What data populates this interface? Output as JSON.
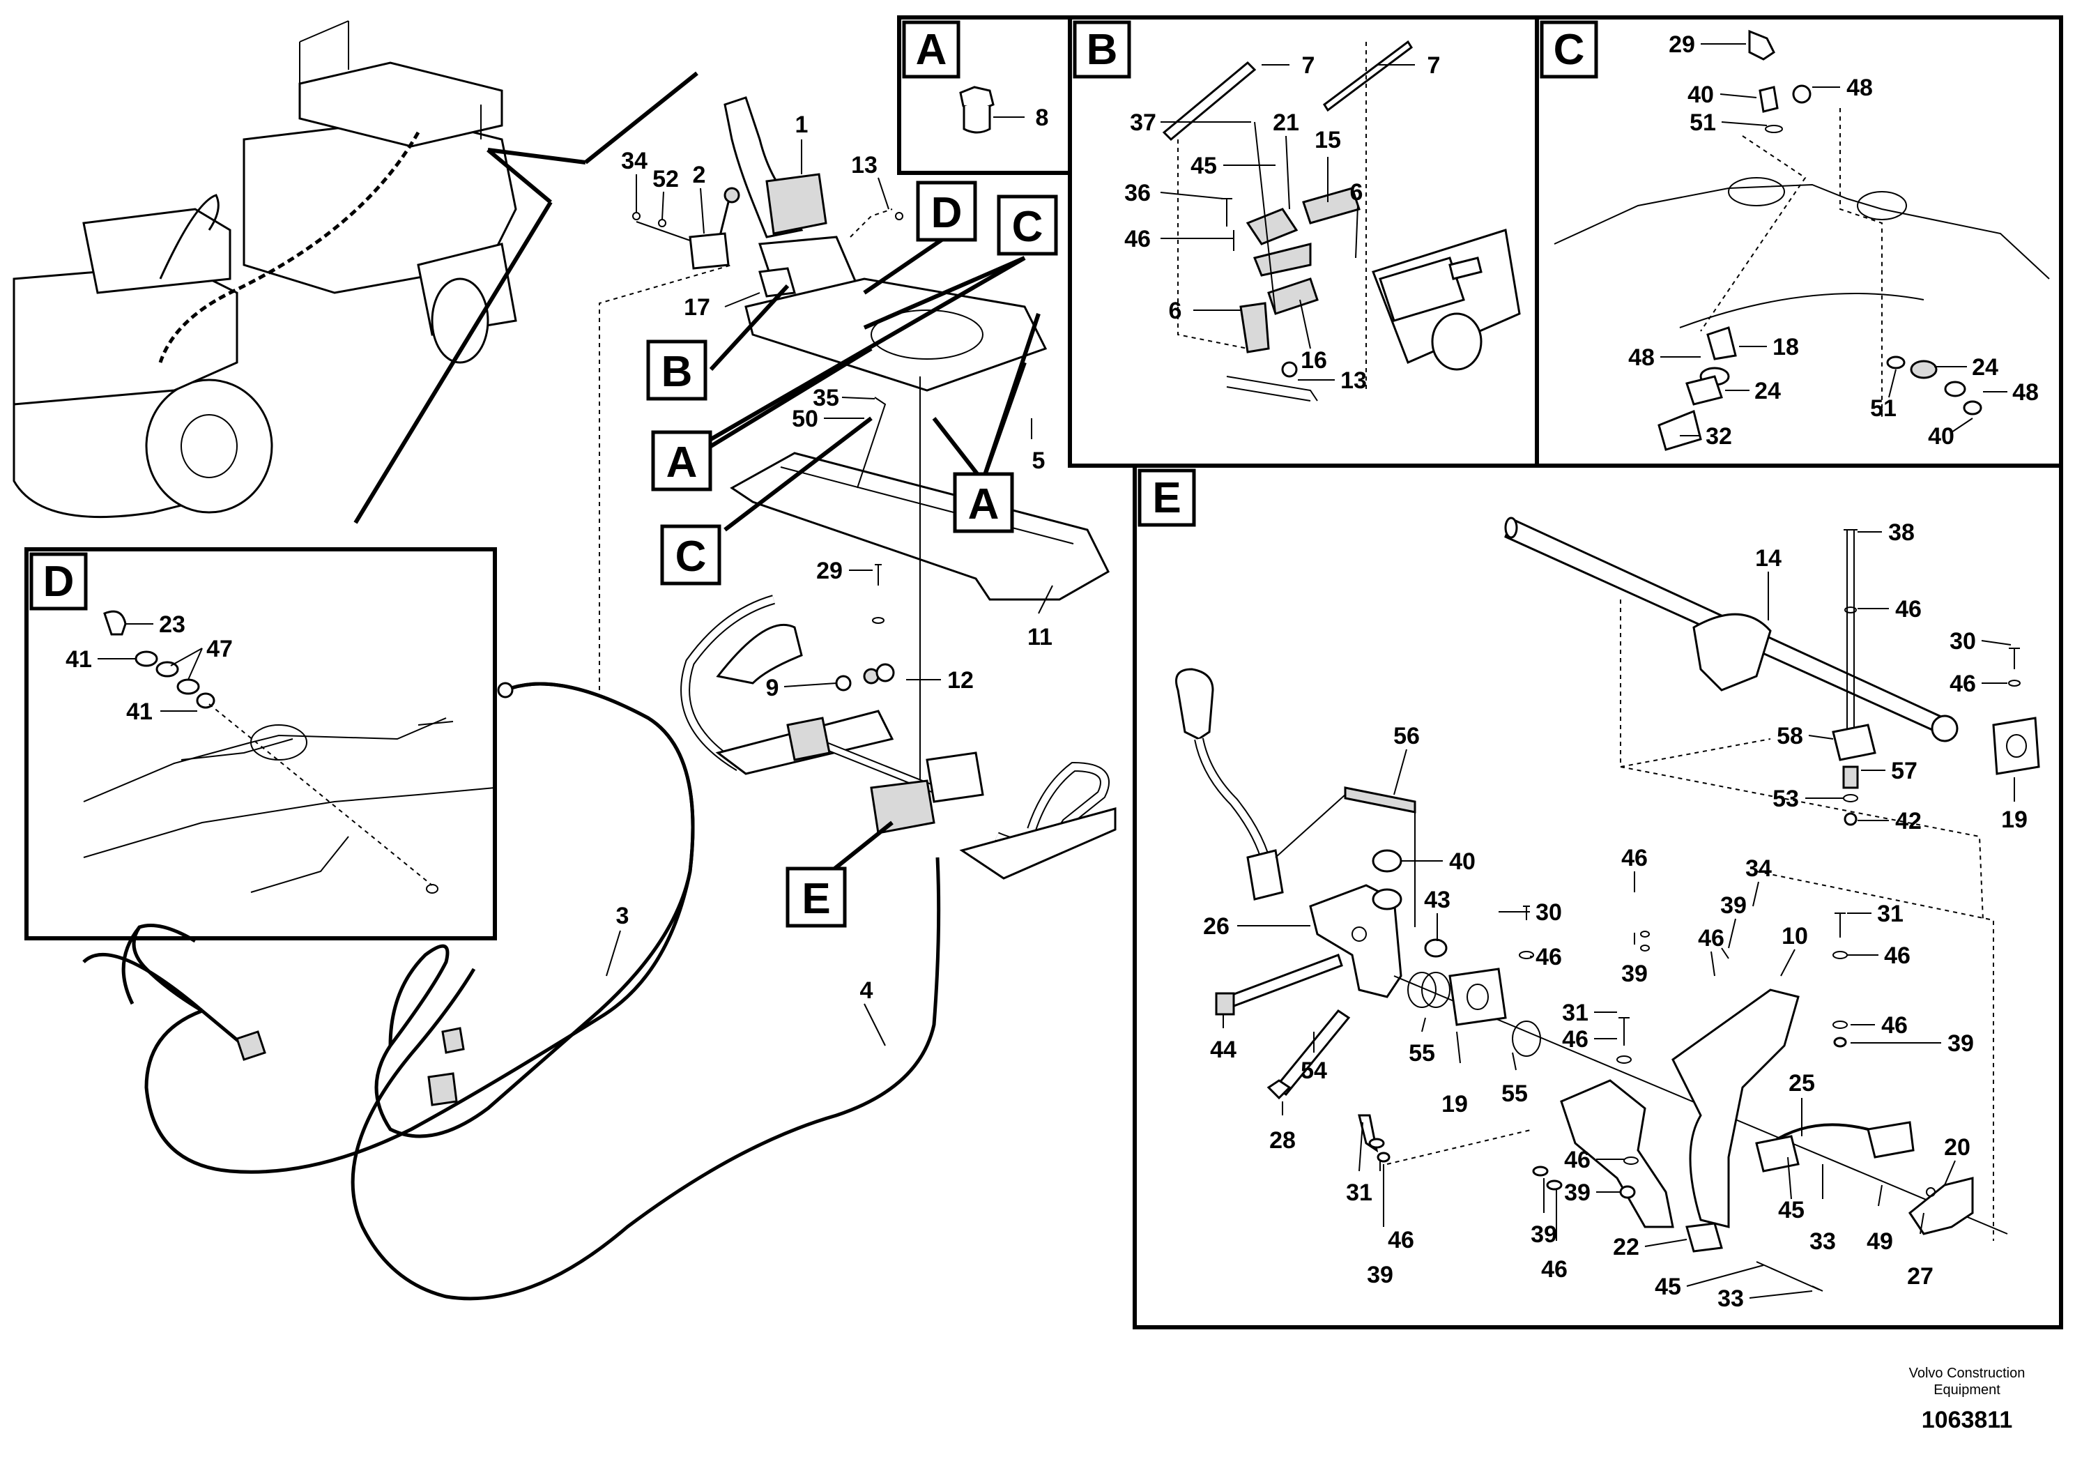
{
  "panels": {
    "A": {
      "label": "A",
      "callouts": [
        "8"
      ]
    },
    "B": {
      "label": "B",
      "callouts": [
        "7",
        "7",
        "37",
        "21",
        "15",
        "45",
        "36",
        "6",
        "46",
        "6",
        "16",
        "13"
      ]
    },
    "C": {
      "label": "C",
      "callouts": [
        "29",
        "48",
        "40",
        "51",
        "18",
        "48",
        "24",
        "24",
        "51",
        "48",
        "32",
        "40"
      ]
    },
    "D": {
      "label": "D",
      "callouts": [
        "23",
        "41",
        "47",
        "41"
      ]
    },
    "E": {
      "label": "E",
      "callouts": [
        "14",
        "38",
        "46",
        "30",
        "46",
        "58",
        "57",
        "53",
        "42",
        "19",
        "56",
        "40",
        "43",
        "30",
        "46",
        "46",
        "39",
        "34",
        "39",
        "46",
        "10",
        "31",
        "46",
        "26",
        "44",
        "54",
        "55",
        "19",
        "55",
        "31",
        "46",
        "46",
        "39",
        "28",
        "31",
        "46",
        "39",
        "46",
        "39",
        "39",
        "46",
        "25",
        "20",
        "22",
        "45",
        "33",
        "45",
        "33",
        "49",
        "27"
      ]
    }
  },
  "main_labels": [
    "D",
    "C",
    "B",
    "A",
    "A",
    "C",
    "E"
  ],
  "main_callouts": [
    "1",
    "13",
    "34",
    "52",
    "2",
    "17",
    "35",
    "50",
    "5",
    "29",
    "9",
    "12",
    "11",
    "3",
    "4"
  ],
  "footer": {
    "line1": "Volvo Construction",
    "line2": "Equipment",
    "ref": "1063811"
  }
}
